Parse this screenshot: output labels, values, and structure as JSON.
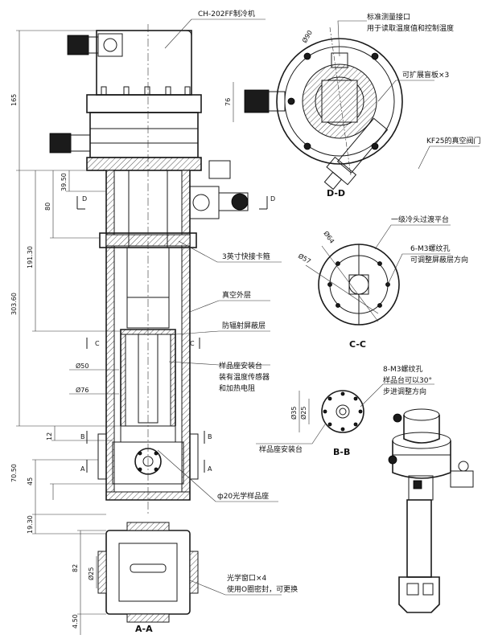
{
  "labels": {
    "cooler": "CH-202FF制冷机",
    "std_port_1": "标准测量接口",
    "std_port_2": "用于读取温度值和控制温度",
    "blind_plate": "可扩展盲板×3",
    "valve": "KF25的真空阀门",
    "clamp": "3英寸快接卡箍",
    "vacuum_shell": "真空外层",
    "rad_shield": "防辐射屏蔽层",
    "mount_1": "样品座安装台",
    "mount_2": "装有温度传感器",
    "mount_3": "和加热电阻",
    "optical_seat": "ф20光学样品座",
    "window_1": "光学窗口×4",
    "window_2": "使用O圈密封，可更换",
    "stage1_platform": "一级冷头过渡平台",
    "m3_holes_1": "6-M3螺纹孔",
    "m3_holes_2": "可调整屏蔽层方向",
    "m3_holes8_1": "8-M3螺纹孔",
    "m3_holes8_2": "样品台可以30°",
    "m3_holes8_3": "步进调整方向",
    "sample_mount": "样品座安装台"
  },
  "views": {
    "dd": "D-D",
    "cc": "C-C",
    "bb": "B-B",
    "aa": "A-A"
  },
  "section_marks": {
    "d": "D",
    "c": "C",
    "b": "B",
    "a": "A"
  },
  "dims": {
    "d165": "165",
    "d303": "303.60",
    "d191": "191.30",
    "d80": "80",
    "d39": "39.50",
    "d12": "12",
    "d70": "70.50",
    "d45": "45",
    "d19": "19.30",
    "d82": "82",
    "d25a": "Ø25",
    "d450": "4.50",
    "d50": "Ø50",
    "d76": "Ø76",
    "d76v": "76",
    "d90": "Ø90",
    "d64": "Ø64",
    "d57": "Ø57",
    "d35": "Ø35",
    "d25b": "Ø25"
  }
}
